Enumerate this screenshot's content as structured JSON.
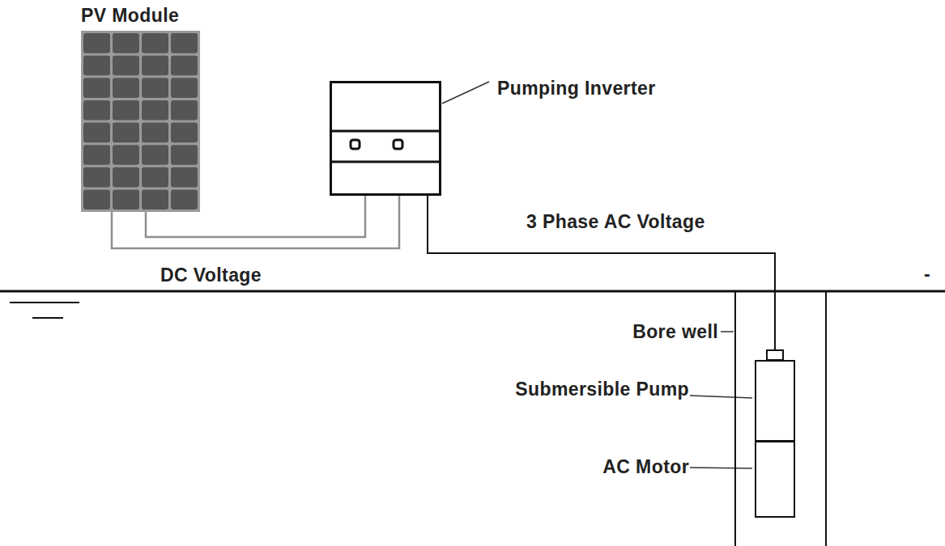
{
  "diagram": {
    "nodes": [
      {
        "text": [
          "PV Module"
        ]
      },
      {
        "text": [
          "Pumping Inverter"
        ]
      },
      {
        "text": [
          "Bore well"
        ]
      },
      {
        "text": [
          "Submersible Pump"
        ],
        "in": 2
      },
      {
        "text": [
          "AC Motor"
        ],
        "in": 2
      }
    ],
    "edges": [
      {
        "from": 0,
        "to": 1,
        "arrow": "none",
        "label": "DC Voltage"
      },
      {
        "from": 1,
        "to": 3,
        "arrow": "none",
        "label": "3 Phase AC Voltage"
      }
    ],
    "labels": [
      "-"
    ]
  }
}
